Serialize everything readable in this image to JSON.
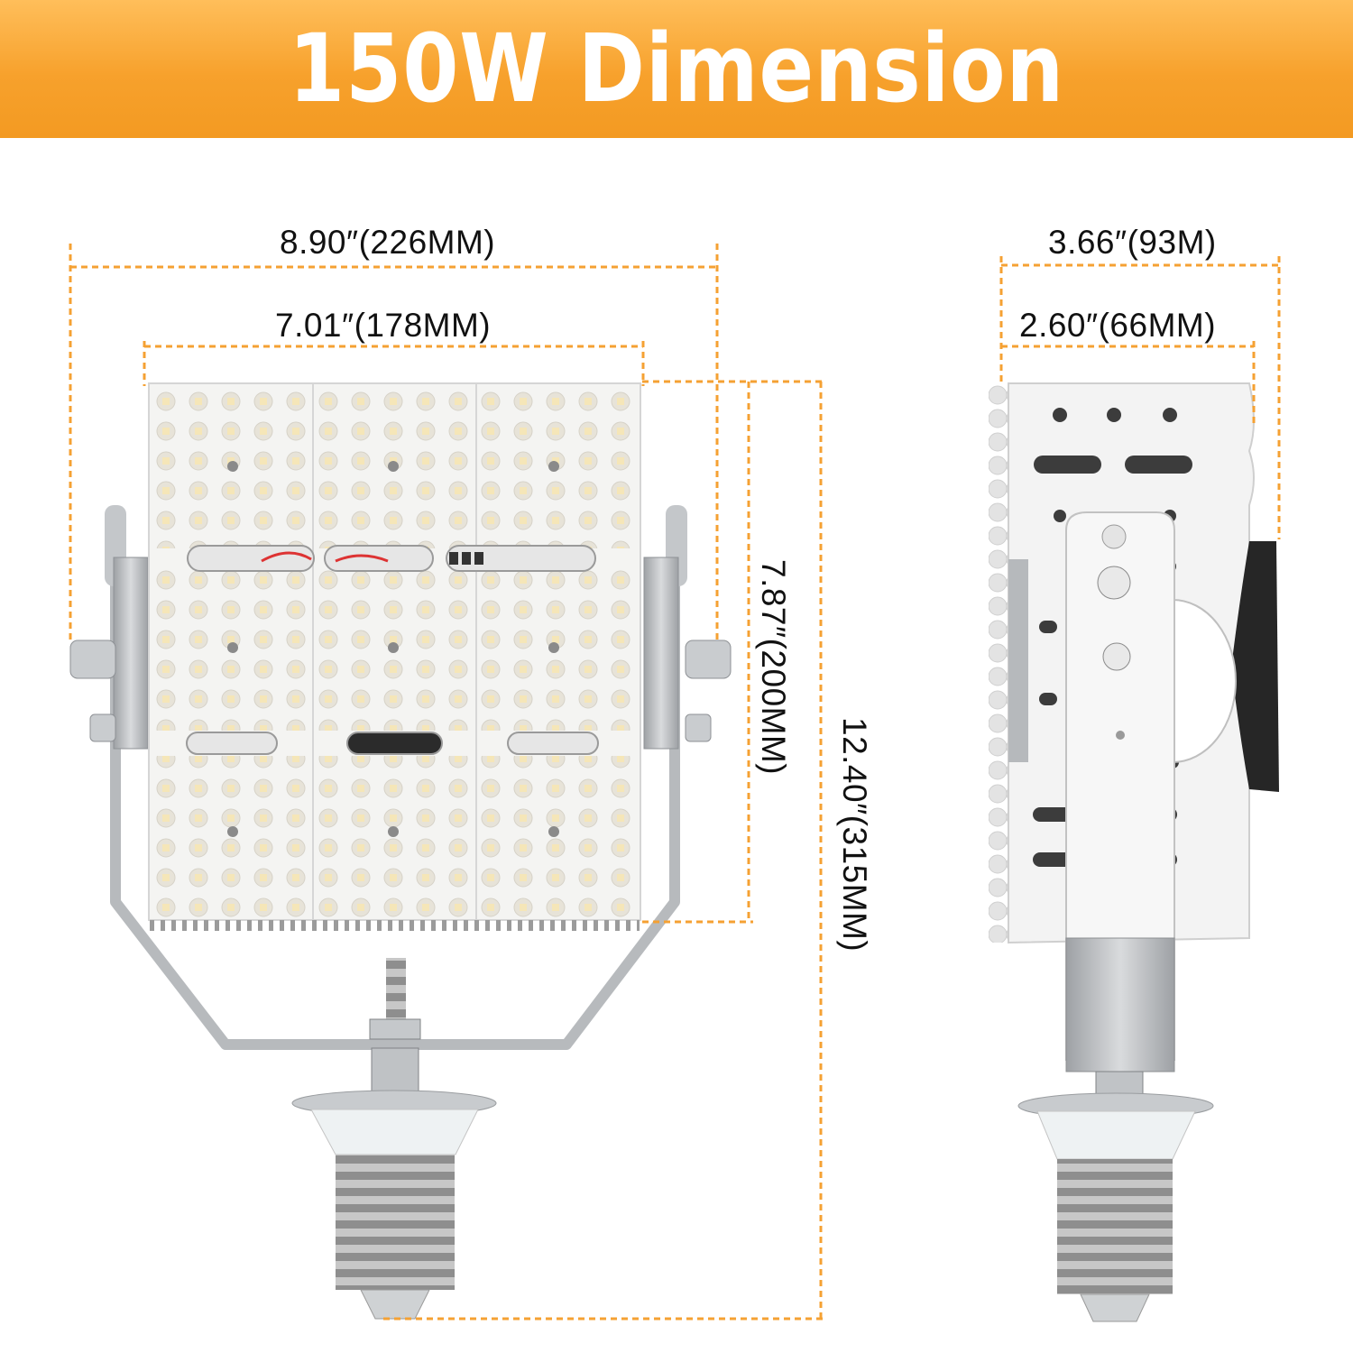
{
  "title": "150W Dimension",
  "colors": {
    "banner": "#f7a12c",
    "dashed_line": "#f5a133",
    "panel": "#f3f3f3",
    "bracket": "#b9bcbf"
  },
  "dimensions": {
    "front_overall_width": "8.90″(226MM)",
    "front_panel_width": "7.01″(178MM)",
    "panel_height": "7.87″(200MM)",
    "overall_height": "12.40″(315MM)",
    "side_overall_depth": "3.66″(93M)",
    "side_body_depth": "2.60″(66MM)"
  },
  "views": [
    "front-view",
    "side-view"
  ]
}
